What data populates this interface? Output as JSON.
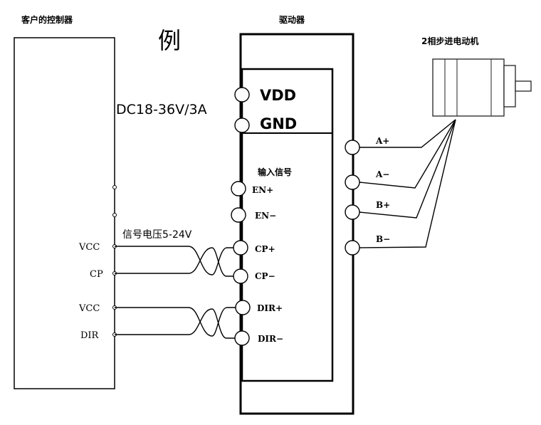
{
  "titles": {
    "controller": "客户的控制器",
    "driver": "驱动器",
    "motor": "2相步进电动机",
    "example": "例"
  },
  "power": {
    "supply": "DC18-36V/3A",
    "vdd": "VDD",
    "gnd": "GND"
  },
  "input_signal_title": "输入信号",
  "signal_voltage": "信号电压5-24V",
  "driver_inputs": [
    "EN+",
    "EN−",
    "CP+",
    "CP−",
    "DIR+",
    "DIR−"
  ],
  "motor_outputs": [
    "A+",
    "A−",
    "B+",
    "B−"
  ],
  "controller_pins": [
    "VCC",
    "CP",
    "VCC",
    "DIR"
  ]
}
